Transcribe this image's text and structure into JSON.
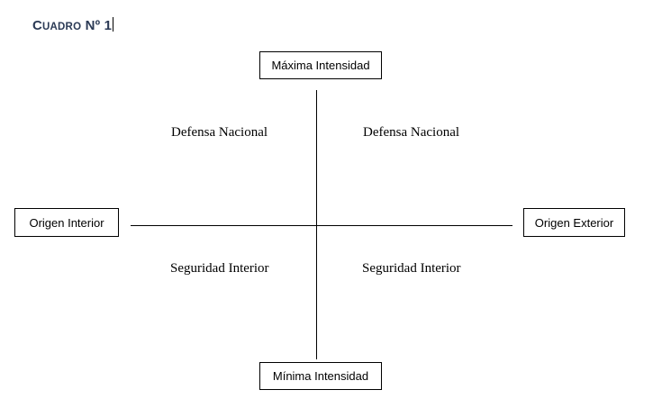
{
  "title": {
    "first_letter": "C",
    "rest": "UADRO",
    "suffix": " Nº 1"
  },
  "diagram": {
    "axis_top": "Máxima Intensidad",
    "axis_bottom": "Mínima Intensidad",
    "axis_left": "Origen Interior",
    "axis_right": "Origen Exterior",
    "quadrant_top_left": "Defensa Nacional",
    "quadrant_top_right": "Defensa Nacional",
    "quadrant_bottom_left": "Seguridad Interior",
    "quadrant_bottom_right": "Seguridad Interior"
  }
}
